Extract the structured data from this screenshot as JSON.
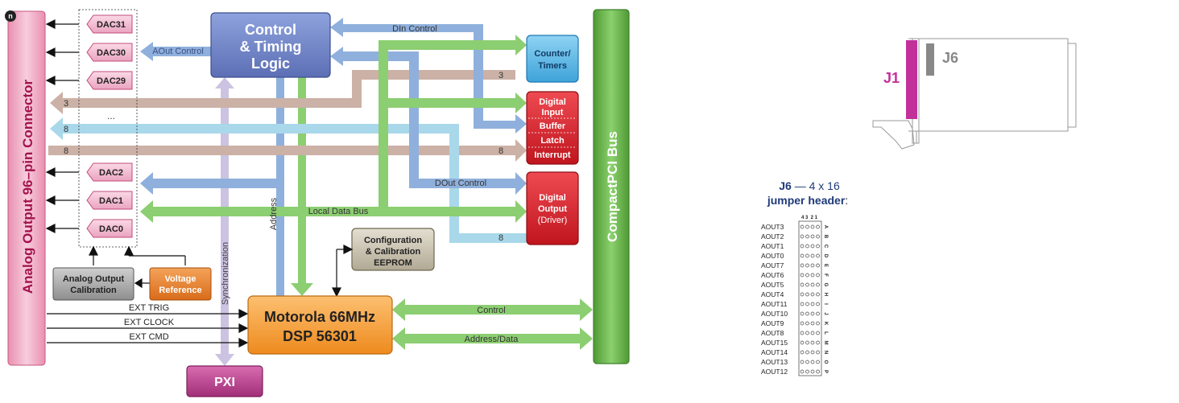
{
  "connector": {
    "label": "Analog Output 96–pin Connector",
    "badge": "n"
  },
  "bus": {
    "label": "CompactPCI Bus"
  },
  "dacs": [
    "DAC31",
    "DAC30",
    "DAC29",
    "DAC2",
    "DAC1",
    "DAC0"
  ],
  "dac_ellipsis": "...",
  "blocks": {
    "control": [
      "Control",
      "& Timing",
      "Logic"
    ],
    "counter": [
      "Counter/",
      "Timers"
    ],
    "dig_in": [
      "Digital",
      "Input"
    ],
    "buffer": "Buffer",
    "latch": "Latch",
    "interrupt": "Interrupt",
    "dig_out": [
      "Digital",
      "Output"
    ],
    "driver": "(Driver)",
    "config": [
      "Configuration",
      "& Calibration",
      "EEPROM"
    ],
    "calib": [
      "Analog Output",
      "Calibration"
    ],
    "vref": [
      "Voltage",
      "Reference"
    ],
    "dsp": [
      "Motorola 66MHz",
      "DSP 56301"
    ],
    "pxi": "PXI"
  },
  "labels": {
    "aout_control": "AOut Control",
    "din_control": "DIn Control",
    "dout_control": "DOut Control",
    "local_data_bus": "Local Data Bus",
    "address": "Address",
    "sync": "Synchronization",
    "control": "Control",
    "address_data": "Address/Data",
    "ext_trig": "EXT TRIG",
    "ext_clock": "EXT CLOCK",
    "ext_cmd": "EXT CMD",
    "n3_top": "3",
    "n3_left": "3",
    "n8_a": "8",
    "n8_b": "8",
    "n8_c": "8",
    "n8_d": "8"
  },
  "board": {
    "j1": "J1",
    "j6": "J6"
  },
  "jumper": {
    "title_bold": "J6",
    "title_rest": " — 4 x 16",
    "subtitle": "jumper header",
    "colon": ":",
    "cols": "4 3  2 1",
    "rows": [
      {
        "label": "AOUT3",
        "letter": "A"
      },
      {
        "label": "AOUT2",
        "letter": "B"
      },
      {
        "label": "AOUT1",
        "letter": "C"
      },
      {
        "label": "AOUT0",
        "letter": "D"
      },
      {
        "label": "AOUT7",
        "letter": "E"
      },
      {
        "label": "AOUT6",
        "letter": "F"
      },
      {
        "label": "AOUT5",
        "letter": "G"
      },
      {
        "label": "AOUT4",
        "letter": "H"
      },
      {
        "label": "AOUT11",
        "letter": "I"
      },
      {
        "label": "AOUT10",
        "letter": "J"
      },
      {
        "label": "AOUT9",
        "letter": "K"
      },
      {
        "label": "AOUT8",
        "letter": "L"
      },
      {
        "label": "AOUT15",
        "letter": "M"
      },
      {
        "label": "AOUT14",
        "letter": "N"
      },
      {
        "label": "AOUT13",
        "letter": "O"
      },
      {
        "label": "AOUT12",
        "letter": "P"
      }
    ]
  },
  "colors": {
    "blue_arrow": "#8fb0dc",
    "green_arrow": "#8cce72",
    "tan_arrow": "#cbb1a6",
    "cyan_arrow": "#a9d8ea",
    "lavender_arrow": "#c9c0e0",
    "pink_connector": "#f0b7cc",
    "control_block": "#6c82c4",
    "counter_block": "#5ab4e4",
    "red_block": "#d4232f",
    "orange_block": "#f39a2c",
    "pxi_block": "#b8418a",
    "bus_green": "#6aac4c",
    "magenta_j1": "#c2319a"
  }
}
